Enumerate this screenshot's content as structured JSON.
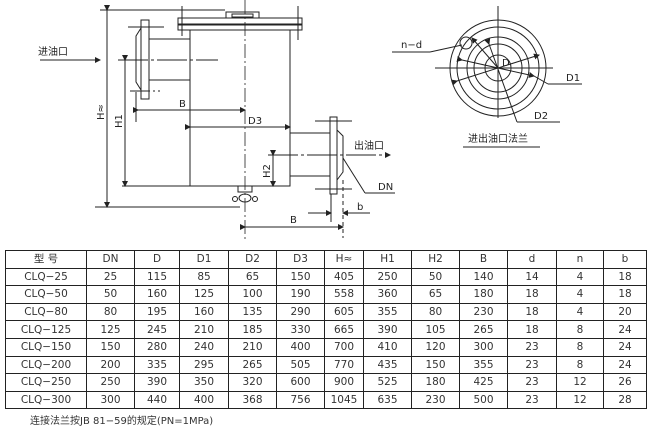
{
  "drawing": {
    "inlet_label": "进油口",
    "outlet_label": "出油口",
    "dim_h": "H≈",
    "dim_h1": "H1",
    "dim_b_top": "B",
    "dim_d3": "D3",
    "dim_h2": "H2",
    "dim_dn": "DN",
    "dim_b_bottom": "B",
    "dim_b_small": "b",
    "flange_nd": "n−d",
    "flange_d": "D",
    "flange_d1": "D1",
    "flange_d2": "D2",
    "flange_caption": "进出油口法兰"
  },
  "table": {
    "headers": [
      "型 号",
      "DN",
      "D",
      "D1",
      "D2",
      "D3",
      "H≈",
      "H1",
      "H2",
      "B",
      "d",
      "n",
      "b"
    ],
    "rows": [
      [
        "CLQ−25",
        "25",
        "115",
        "85",
        "65",
        "150",
        "405",
        "250",
        "50",
        "140",
        "14",
        "4",
        "18"
      ],
      [
        "CLQ−50",
        "50",
        "160",
        "125",
        "100",
        "190",
        "558",
        "360",
        "65",
        "180",
        "18",
        "4",
        "18"
      ],
      [
        "CLQ−80",
        "80",
        "195",
        "160",
        "135",
        "290",
        "605",
        "355",
        "80",
        "230",
        "18",
        "4",
        "20"
      ],
      [
        "CLQ−125",
        "125",
        "245",
        "210",
        "185",
        "330",
        "665",
        "390",
        "105",
        "265",
        "18",
        "8",
        "24"
      ],
      [
        "CLQ−150",
        "150",
        "280",
        "240",
        "210",
        "400",
        "700",
        "410",
        "120",
        "300",
        "23",
        "8",
        "24"
      ],
      [
        "CLQ−200",
        "200",
        "335",
        "295",
        "265",
        "505",
        "770",
        "435",
        "150",
        "355",
        "23",
        "8",
        "24"
      ],
      [
        "CLQ−250",
        "250",
        "390",
        "350",
        "320",
        "600",
        "900",
        "525",
        "180",
        "425",
        "23",
        "12",
        "26"
      ],
      [
        "CLQ−300",
        "300",
        "440",
        "400",
        "368",
        "756",
        "1045",
        "635",
        "230",
        "500",
        "23",
        "12",
        "28"
      ]
    ]
  },
  "note": "连接法兰按JB 81−59的规定(PN=1MPa)"
}
